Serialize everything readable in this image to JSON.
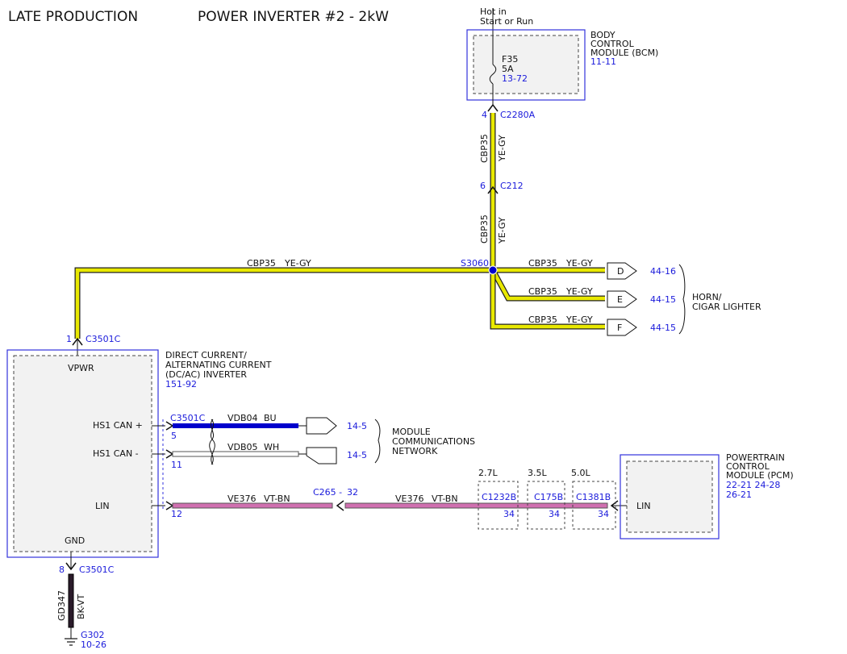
{
  "header": {
    "left": "LATE PRODUCTION",
    "title": "POWER INVERTER #2 - 2kW"
  },
  "colors": {
    "module_border": "#3333dd",
    "ref_text": "#1a1adb",
    "ye_gy_wire": "#e8e800",
    "bu_wire": "#0000cc",
    "vt_bn_wire": "#d070b0",
    "bk_vt_wire": "#2a1a2a"
  },
  "hot_source": {
    "line1": "Hot in",
    "line2": "Start or Run"
  },
  "bcm": {
    "name_l1": "BODY",
    "name_l2": "CONTROL",
    "name_l3": "MODULE (BCM)",
    "ref": "11-11",
    "fuse": {
      "id": "F35",
      "rating": "5A",
      "ref": "13-72"
    }
  },
  "connectors": {
    "c2280a": {
      "pin": "4",
      "name": "C2280A"
    },
    "c212": {
      "pin": "6",
      "name": "C212"
    },
    "c3501c_top": {
      "pin": "1",
      "name": "C3501C"
    },
    "c3501c_can": {
      "name": "C3501C",
      "pin_hi": "5",
      "pin_lo": "11",
      "pin_lin": "12"
    },
    "c3501c_gnd": {
      "pin": "8",
      "name": "C3501C"
    },
    "c265": {
      "name": "C265 -",
      "pin": "32"
    }
  },
  "splice": {
    "name": "S3060"
  },
  "wires": {
    "cbp35": "CBP35",
    "ye_gy": "YE-GY",
    "vdb04": "VDB04",
    "bu": "BU",
    "vdb05": "VDB05",
    "wh": "WH",
    "ve376": "VE376",
    "vt_bn": "VT-BN",
    "gd347": "GD347",
    "bk_vt": "BK-VT"
  },
  "horn_group": {
    "label_l1": "HORN/",
    "label_l2": "CIGAR LIGHTER",
    "outputs": [
      {
        "letter": "D",
        "ref": "44-16"
      },
      {
        "letter": "E",
        "ref": "44-15"
      },
      {
        "letter": "F",
        "ref": "44-15"
      }
    ]
  },
  "inverter": {
    "name_l1": "DIRECT CURRENT/",
    "name_l2": "ALTERNATING CURRENT",
    "name_l3": "(DC/AC) INVERTER",
    "ref": "151-92",
    "pins": {
      "vpwr": "VPWR",
      "can_hi": "HS1 CAN +",
      "can_lo": "HS1 CAN -",
      "lin": "LIN",
      "gnd": "GND"
    }
  },
  "network": {
    "label_l1": "MODULE",
    "label_l2": "COMMUNICATIONS",
    "label_l3": "NETWORK",
    "ref_hi": "14-5",
    "ref_lo": "14-5"
  },
  "pcm": {
    "name_l1": "POWERTRAIN",
    "name_l2": "CONTROL",
    "name_l3": "MODULE (PCM)",
    "ref_l1": "22-21 24-28",
    "ref_l2": "26-21",
    "pin": "LIN",
    "variants": [
      {
        "engine": "2.7L",
        "connector": "C1232B",
        "pin": "34"
      },
      {
        "engine": "3.5L",
        "connector": "C175B",
        "pin": "34"
      },
      {
        "engine": "5.0L",
        "connector": "C1381B",
        "pin": "34"
      }
    ]
  },
  "ground": {
    "name": "G302",
    "ref": "10-26"
  }
}
